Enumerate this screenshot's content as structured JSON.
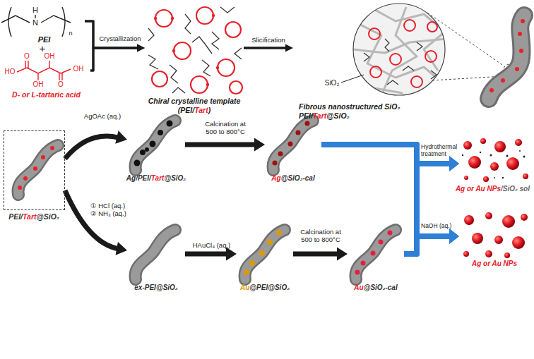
{
  "diagram": {
    "nodes": [
      {
        "text": [
          "PEI"
        ]
      },
      {
        "text": [
          "D- or L-tartaric acid"
        ]
      },
      {
        "text": [
          "Chiral crystalline template (PEI/Tart)"
        ]
      },
      {
        "text": [
          "Fibrous nanostructured SiO₂ PEI/Tart@SiO₂"
        ]
      },
      {
        "text": [
          "PEI/Tart@SiO₂"
        ]
      },
      {
        "text": [
          "Ag/PEI/Tart@SiO₂"
        ]
      },
      {
        "text": [
          "Ag@SiO₂-cal"
        ]
      },
      {
        "text": [
          "ex-PEI@SiO₂"
        ]
      },
      {
        "text": [
          "Au@PEI@SiO₂"
        ]
      },
      {
        "text": [
          "Au@SiO₂-cal"
        ]
      },
      {
        "text": [
          "Ag or Au NPs/SiO₂ sol"
        ]
      },
      {
        "text": [
          "Ag or Au NPs"
        ]
      }
    ],
    "edges": [
      {
        "from": 0,
        "to": 2,
        "arrow": "to",
        "label": "Crystallization"
      },
      {
        "from": 1,
        "to": 2,
        "arrow": "to"
      },
      {
        "from": 2,
        "to": 3,
        "arrow": "to",
        "label": "Slicification"
      },
      {
        "from": 4,
        "to": 5,
        "arrow": "to",
        "label": "AgOAc (aq.)"
      },
      {
        "from": 5,
        "to": 6,
        "arrow": "to",
        "label": "Calcination at 500 to 800°C"
      },
      {
        "from": 4,
        "to": 7,
        "arrow": "to",
        "label": "① HCl (aq.) ② NH₃ (aq.)"
      },
      {
        "from": 7,
        "to": 8,
        "arrow": "to",
        "label": "HAuCl₄ (aq.)"
      },
      {
        "from": 8,
        "to": 9,
        "arrow": "to",
        "label": "Calcination at 500 to 800°C"
      },
      {
        "from": 6,
        "to": 10,
        "arrow": "to",
        "label": "Hydrothermal treatment"
      },
      {
        "from": 6,
        "to": 11,
        "arrow": "to"
      },
      {
        "from": 9,
        "to": 10,
        "arrow": "to"
      },
      {
        "from": 9,
        "to": 11,
        "arrow": "to",
        "label": "NaOH (aq.)"
      }
    ],
    "labels": [
      "H",
      "N",
      "n",
      "+",
      "O",
      "OH",
      "HO",
      "OH",
      "OH",
      "O",
      "SiO₂"
    ]
  }
}
